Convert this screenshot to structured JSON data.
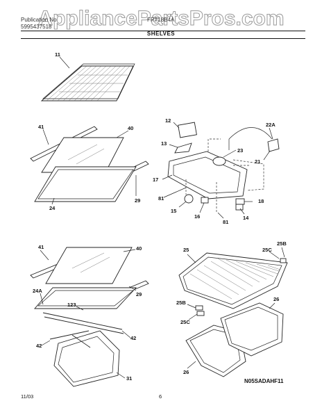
{
  "watermark": "AppliancePartsPros.com",
  "header": {
    "publication_line1": "Publication No",
    "publication_line2": "5995437518",
    "model": "FRT18B4A",
    "section_title": "SHELVES"
  },
  "callouts": {
    "n11": "11",
    "n12": "12",
    "n13": "13",
    "n14": "14",
    "n15": "15",
    "n16": "16",
    "n17": "17",
    "n18": "18",
    "n21": "21",
    "n22a": "22A",
    "n23": "23",
    "n24": "24",
    "n24a": "24A",
    "n25": "25",
    "n25b_top": "25B",
    "n25b_mid": "25B",
    "n25c_top": "25C",
    "n25c_mid": "25C",
    "n26_left": "26",
    "n26_right": "26",
    "n29_top": "29",
    "n29_bot": "29",
    "n31": "31",
    "n40_top": "40",
    "n40_bot": "40",
    "n41_top": "41",
    "n41_bot": "41",
    "n42_left": "42",
    "n42_right": "42",
    "n81_left": "81",
    "n81_right": "81",
    "n123": "123"
  },
  "footer": {
    "date": "11/03",
    "page": "6",
    "illustration_code": "N05SADAHF11"
  }
}
